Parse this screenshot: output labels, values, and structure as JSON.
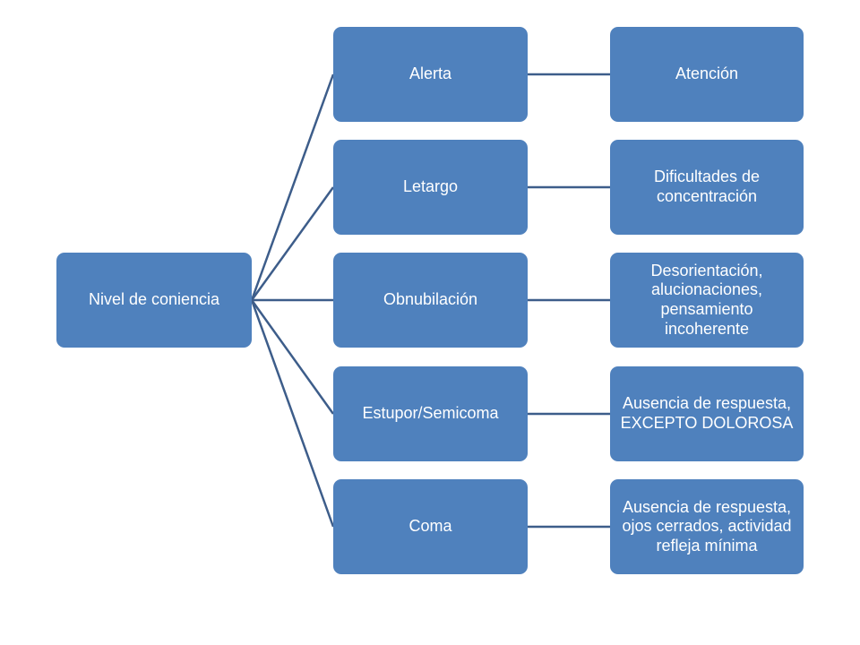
{
  "diagram": {
    "root": "Nivel de coniencia",
    "branches": [
      {
        "level": "Alerta",
        "description": "Atención"
      },
      {
        "level": "Letargo",
        "description": "Dificultades de concentración"
      },
      {
        "level": "Obnubilación",
        "description": "Desorientación, alucionaciones, pensamiento incoherente"
      },
      {
        "level": "Estupor/Semicoma",
        "description": "Ausencia de respuesta, EXCEPTO DOLOROSA"
      },
      {
        "level": "Coma",
        "description": "Ausencia de respuesta, ojos cerrados, actividad refleja mínima"
      }
    ]
  },
  "colors": {
    "node_fill": "#4f81bd",
    "connector": "#3d5d8a",
    "text": "#ffffff"
  }
}
